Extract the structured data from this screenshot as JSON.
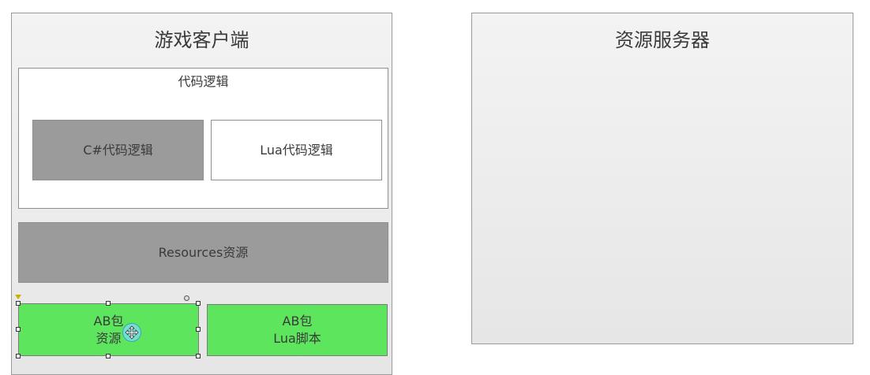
{
  "client": {
    "title": "游戏客户端",
    "code": {
      "title": "代码逻辑",
      "csharp": "C#代码逻辑",
      "lua": "Lua代码逻辑"
    },
    "resources": "Resources资源",
    "ab_resources": {
      "line1": "AB包",
      "line2": "资源"
    },
    "ab_lua": {
      "line1": "AB包",
      "line2": "Lua脚本"
    }
  },
  "server": {
    "title": "资源服务器"
  },
  "colors": {
    "panel_bg": "#ececec",
    "gray_box": "#9b9b9b",
    "green_box": "#5de65d",
    "white_box": "#ffffff"
  },
  "icons": {
    "selection_cursor": "move-cursor-icon"
  }
}
